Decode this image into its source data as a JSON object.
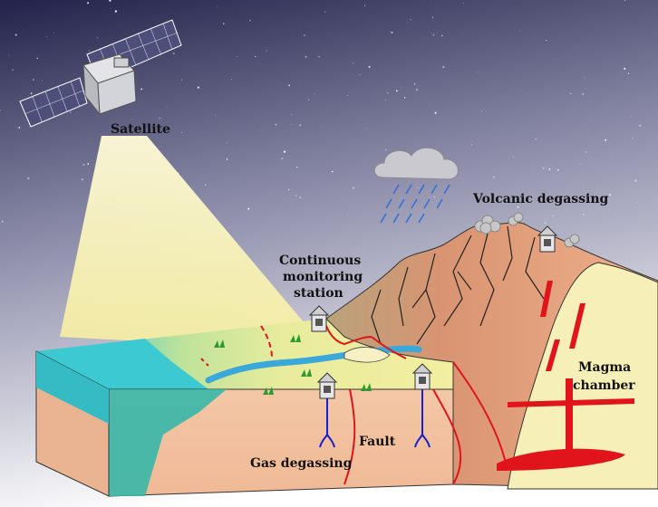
{
  "labels": {
    "satellite": "Satellite",
    "volcanic_degassing": "Volcanic degassing",
    "station_line1": "Continuous",
    "station_line2": "monitoring",
    "station_line3": "station",
    "magma_line1": "Magma",
    "magma_line2": "chamber",
    "fault": "Fault",
    "gas_degassing": "Gas degassing"
  },
  "colors": {
    "sky_top": "#25254a",
    "sky_bottom": "#ffffff",
    "sea": "#3cc9d2",
    "plain_green": "#9fdc9a",
    "plain_yellow": "#f3eea0",
    "mountain": "#d98c67",
    "magma_body": "#f6efb8",
    "soil": "#f2c4a4",
    "fault_red": "#e0141a",
    "river": "#3aa8d8",
    "gas_blue": "#1a1fc8",
    "beam": "#fff7b0"
  }
}
